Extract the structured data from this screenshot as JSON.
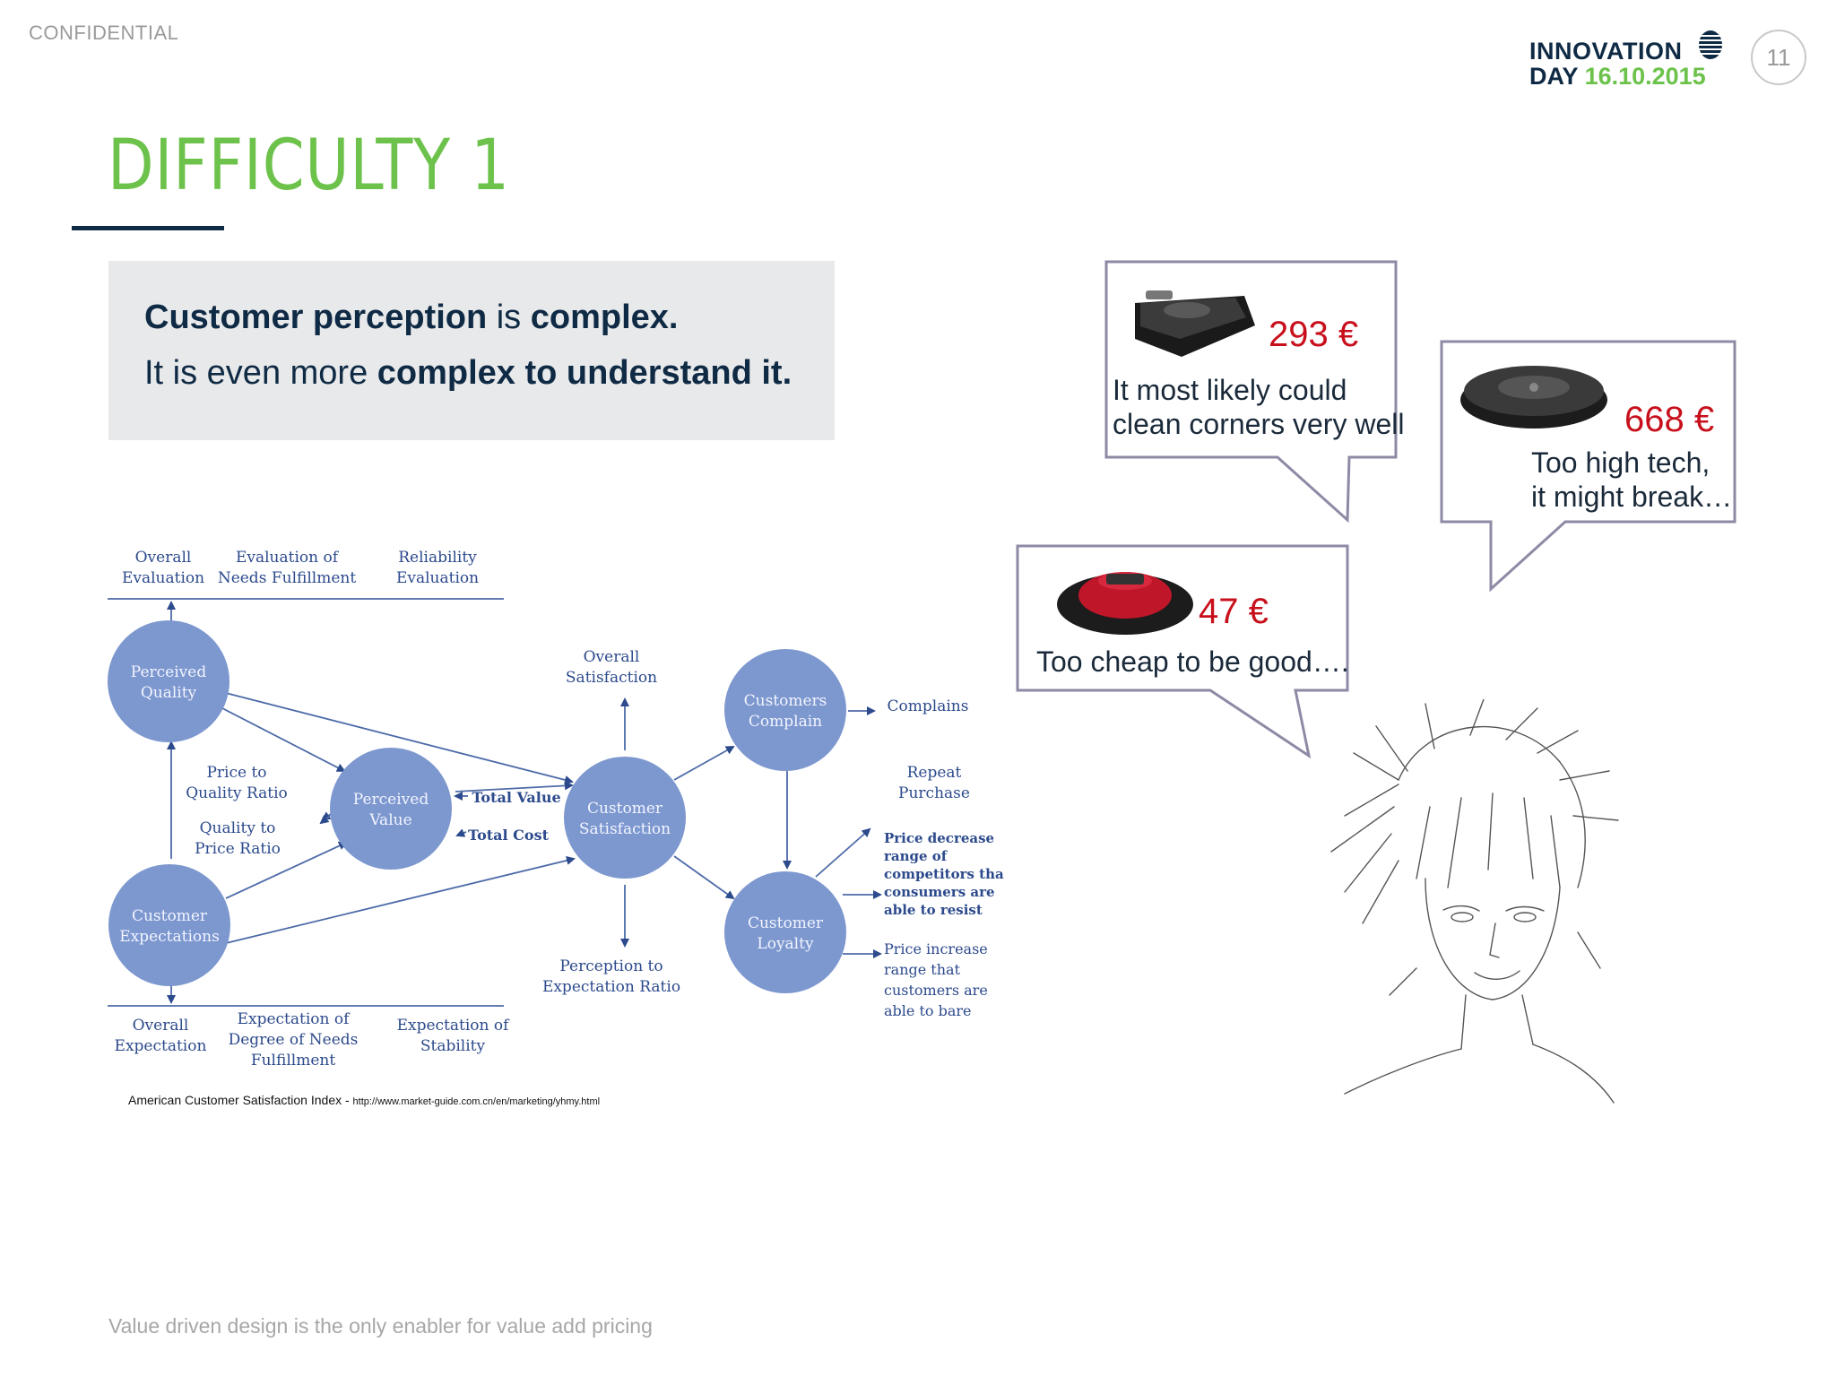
{
  "header": {
    "confidential": "CONFIDENTIAL",
    "logo_line1": "INNOVATION",
    "logo_line2_prefix": "DAY",
    "logo_date": "16.10.2015",
    "page_number": "11"
  },
  "title": "DIFFICULTY 1",
  "callout": {
    "line1_a": "Customer perception",
    "line1_b": " is ",
    "line1_c": "complex.",
    "line2_a": "It is even more ",
    "line2_b": "complex to understand it."
  },
  "diagram": {
    "top_labels": [
      [
        "Overall",
        "Evaluation"
      ],
      [
        "Evaluation of",
        "Needs Fulfillment"
      ],
      [
        "Reliability",
        "Evaluation"
      ]
    ],
    "bottom_labels": [
      [
        "Overall",
        "Expectation"
      ],
      [
        "Expectation of",
        "Degree of Needs",
        "Fulfillment"
      ],
      [
        "Expectation of",
        "Stability"
      ]
    ],
    "nodes": {
      "perceived_quality": [
        "Perceived",
        "Quality"
      ],
      "customer_expectations": [
        "Customer",
        "Expectations"
      ],
      "perceived_value": [
        "Perceived",
        "Value"
      ],
      "customer_satisfaction": [
        "Customer",
        "Satisfaction"
      ],
      "customers_complain": [
        "Customers",
        "Complain"
      ],
      "customer_loyalty": [
        "Customer",
        "Loyalty"
      ]
    },
    "labels": {
      "price_to_quality": [
        "Price to",
        "Quality Ratio"
      ],
      "quality_to_price": [
        "Quality to",
        "Price Ratio"
      ],
      "total_value": "Total Value",
      "total_cost": "Total Cost",
      "overall_satisfaction": [
        "Overall",
        "Satisfaction"
      ],
      "perception_to_expectation": [
        "Perception to",
        "Expectation Ratio"
      ],
      "complains": "Complains",
      "repeat_purchase": [
        "Repeat",
        "Purchase"
      ],
      "price_decrease": [
        "Price decrease",
        "range of",
        "competitors that",
        "consumers are",
        "able to  resist"
      ],
      "price_increase": [
        "Price increase",
        "range that",
        "customers are",
        "able to bare"
      ]
    }
  },
  "caption": {
    "text": "American Customer Satisfaction Index - ",
    "url": "http://www.market-guide.com.cn/en/marketing/yhmy.html"
  },
  "bubbles": [
    {
      "price": "293 €",
      "lines": [
        "It most likely could",
        "clean corners very well"
      ]
    },
    {
      "price": "668 €",
      "lines": [
        "Too high tech,",
        "it might break…"
      ]
    },
    {
      "price": "47 €",
      "lines": [
        "Too cheap to be good…."
      ]
    }
  ],
  "footer": "Value driven design is the only enabler for value add pricing",
  "colors": {
    "accent_green": "#6cc24a",
    "navy": "#0f2a44",
    "price_red": "#c8101c",
    "node_blue": "#7d97cf",
    "diagram_text": "#2c4a8c"
  }
}
